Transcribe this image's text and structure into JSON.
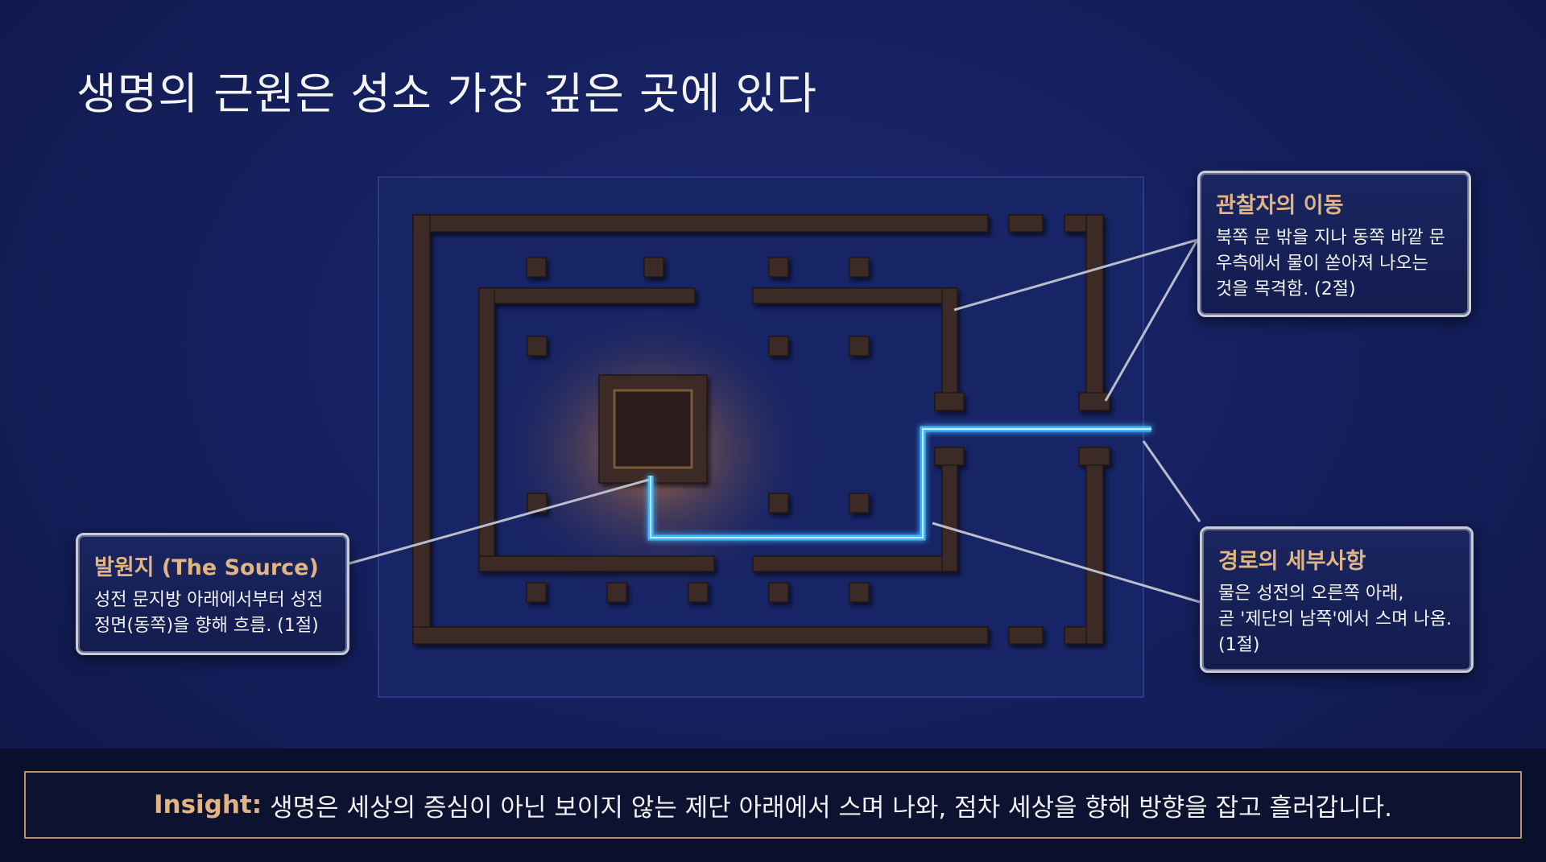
{
  "title": "생명의 근원은 성소 가장 깊은 곳에 있다",
  "callouts": {
    "observer": {
      "heading": "관찰자의 이동",
      "body": "북쪽 문 밖을 지나 동쪽 바깥 문\n우측에서 물이 쏟아져 나오는\n것을 목격함. (2절)"
    },
    "source": {
      "heading": "발원지 (The Source)",
      "body": "성전 문지방 아래에서부터 성전\n정면(동쪽)을 향해 흐름. (1절)"
    },
    "path": {
      "heading": "경로의 세부사항",
      "body": "물은 성전의 오른쪽 아래,\n곧 '제단의 남쪽'에서 스며 나옴.\n(1절)"
    }
  },
  "insight": {
    "label": "Insight:",
    "text": "생명은 세상의 증심이 아닌 보이지 않는 제단 아래에서 스며 나와, 점차 세상을 향해 방향을 잡고 흘러갑니다."
  },
  "colors": {
    "background": "#152060",
    "wall": "#3a2a28",
    "water": "#3fb6ff",
    "glow": "#f6a040",
    "accent": "#e2b483"
  }
}
